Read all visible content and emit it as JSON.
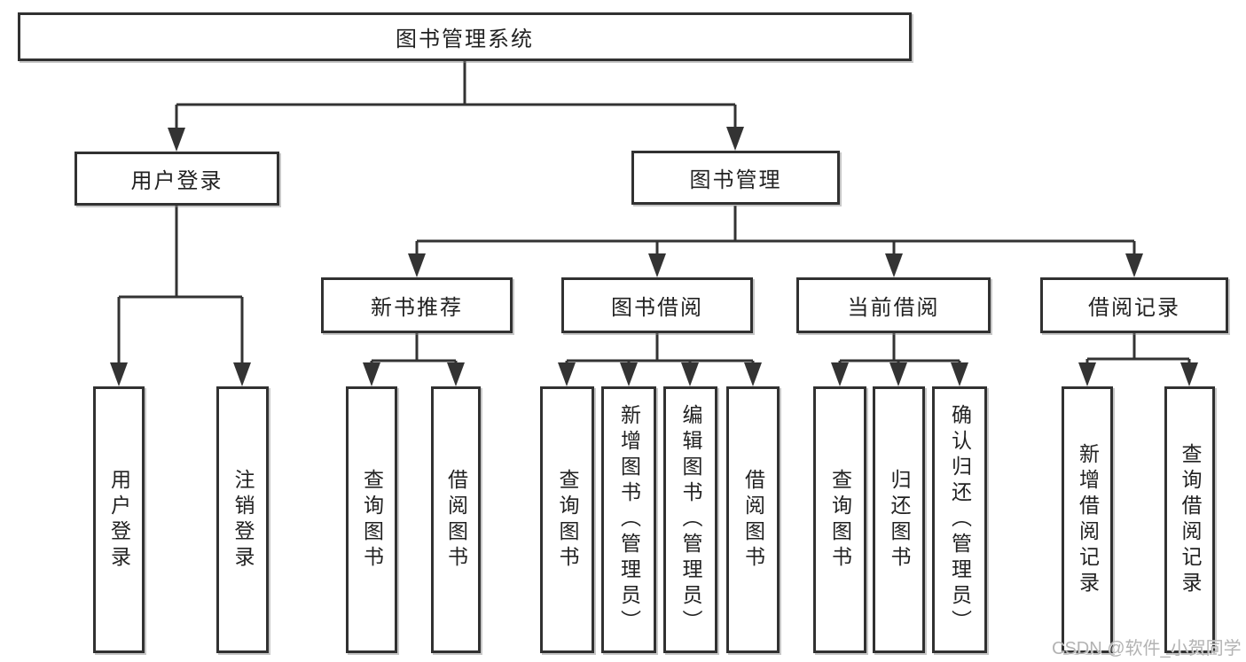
{
  "diagram": {
    "title": "图书管理系统",
    "root": {
      "label": "图书管理系统"
    },
    "level2": [
      {
        "label": "用户登录"
      },
      {
        "label": "图书管理"
      }
    ],
    "level3": [
      {
        "label": "新书推荐"
      },
      {
        "label": "图书借阅"
      },
      {
        "label": "当前借阅"
      },
      {
        "label": "借阅记录"
      }
    ],
    "leaves": {
      "user_login": [
        {
          "label": "用户登录"
        },
        {
          "label": "注销登录"
        }
      ],
      "new_book": [
        {
          "label": "查询图书"
        },
        {
          "label": "借阅图书"
        }
      ],
      "book_borrow": [
        {
          "label": "查询图书"
        },
        {
          "label": "新增图书（管理员）"
        },
        {
          "label": "编辑图书（管理员）"
        },
        {
          "label": "借阅图书"
        }
      ],
      "current_borrow": [
        {
          "label": "查询图书"
        },
        {
          "label": "归还图书"
        },
        {
          "label": "确认归还（管理员）"
        }
      ],
      "borrow_record": [
        {
          "label": "新增借阅记录"
        },
        {
          "label": "查询借阅记录"
        }
      ]
    }
  },
  "watermark": {
    "text": "CSDN @软件_小贺同学"
  },
  "colors": {
    "line": "#333333",
    "border": "#313131",
    "text": "#222222",
    "background": "#ffffff",
    "watermark": "#b3b3b3"
  }
}
